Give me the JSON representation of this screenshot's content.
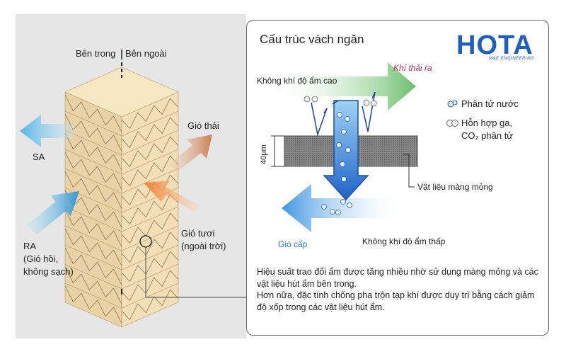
{
  "left": {
    "inside_label": "Bên trong",
    "outside_label": "Bên ngoài",
    "sa_label": "SA",
    "exhaust_label": "Gió thải",
    "ra_label_1": "RA",
    "ra_label_2": "(Gió hồi,",
    "ra_label_3": "không sạch)",
    "fresh_label_1": "Gió tươi",
    "fresh_label_2": "(ngoài trời)"
  },
  "panel": {
    "title": "Cấu trúc vách ngăn",
    "exhaust_air": "Khí thải ra",
    "high_humidity_air": "Không khí độ ẩm cao",
    "thickness": "40μm",
    "membrane_material": "Vật liệu màng mỏng",
    "supply_air": "Gió cấp",
    "low_humidity_air": "Không khí độ ẩm thấp",
    "legend_water": "Phân tử nước",
    "legend_gas_1": "Hỗn hợp ga,",
    "legend_gas_2": "CO₂ phân tử",
    "description_1": "Hiệu suất trao đổi ẩm được tăng nhiều nhờ sử dụng màng mỏng và các vật liệu hút ẩm bên trong.",
    "description_2": "Hơn nữa, đặc tính chống pha trộn tạp khí được duy trì bằng cách giảm độ xốp trong các vật liệu hút ẩm."
  },
  "logo": {
    "text": "HOTA",
    "subtitle": "M&E ENGINEERING"
  },
  "colors": {
    "brand": "#1f5fbf",
    "sa_arrow": "#5bb8e6",
    "ra_arrow": "#3a9fd9",
    "exhaust_arrow": "#d08a5a",
    "fresh_arrow": "#f08a3c",
    "green_arrow": "#7ec17e",
    "blue_arrow": "#3a8fe0",
    "layer_face": "#f7e6c2"
  }
}
